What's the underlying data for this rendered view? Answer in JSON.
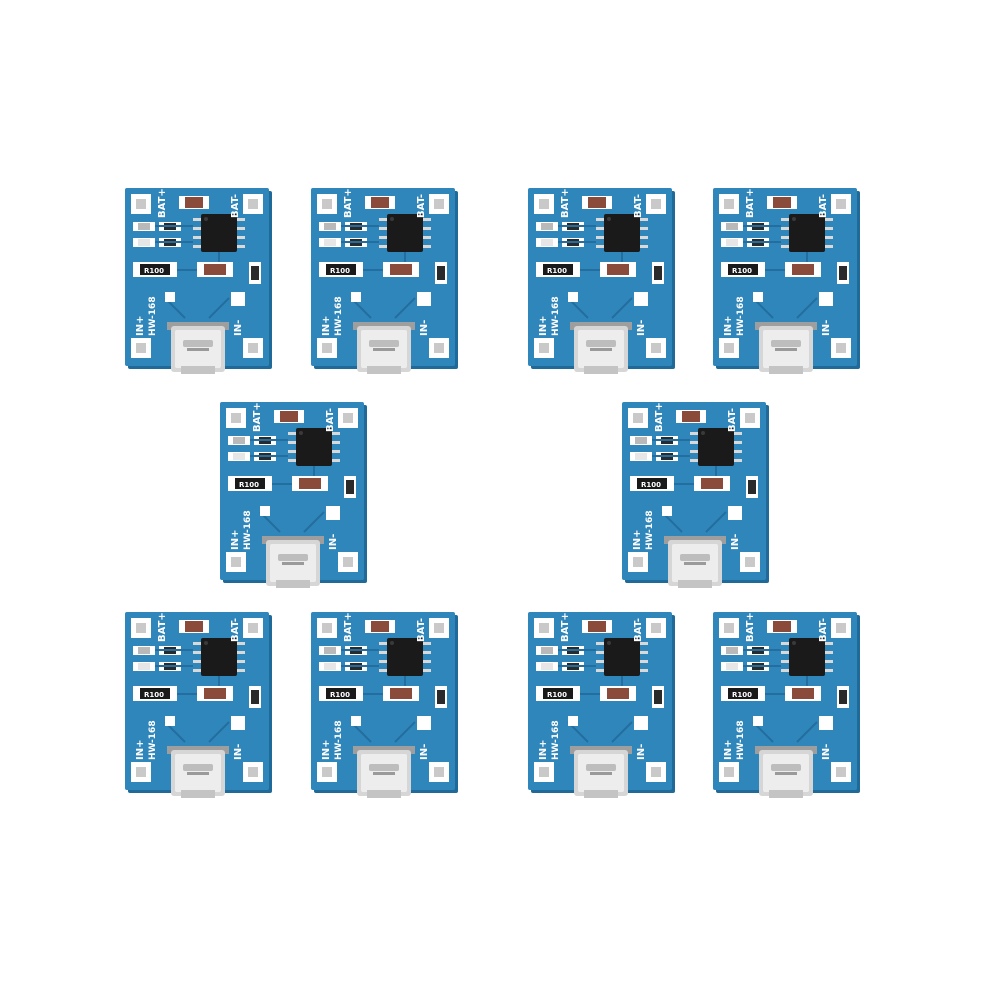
{
  "scene": {
    "background": "#ffffff",
    "board_color": "#2f86bb",
    "board_color_dark": "#1f6a99",
    "board_count": 10
  },
  "board": {
    "labels": {
      "bat_plus": "BAT+",
      "bat_minus": "BAT-",
      "in_plus": "IN+",
      "in_minus": "IN-",
      "model": "HW-168",
      "resistor_code": "R100"
    }
  }
}
